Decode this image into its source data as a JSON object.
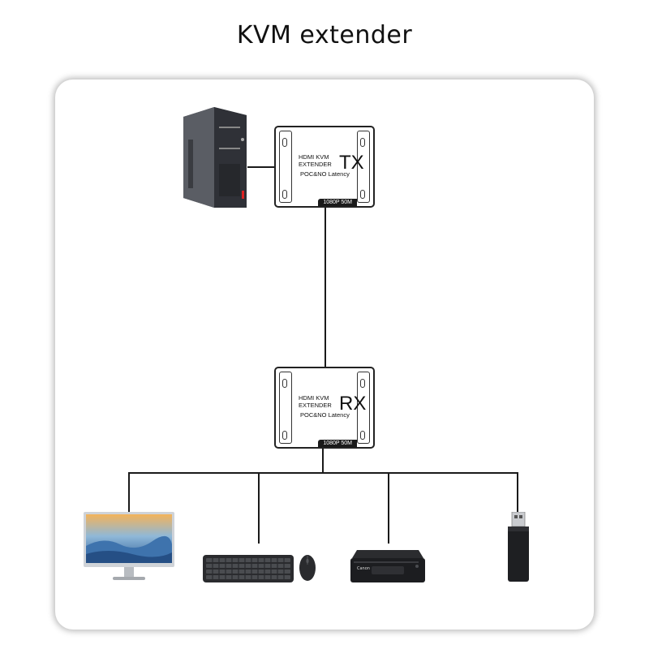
{
  "title": "KVM extender",
  "tx": {
    "line1": "HDMI KVM",
    "line2": "EXTENDER",
    "big": "TX",
    "sub": "POC&NO Latency",
    "foot": "1080P  50M"
  },
  "rx": {
    "line1": "HDMI KVM",
    "line2": "EXTENDER",
    "big": "RX",
    "sub": "POC&NO Latency",
    "foot": "1080P  50M"
  },
  "printer_brand": "Canon",
  "devices": [
    "pc-tower-icon",
    "monitor-icon",
    "keyboard-icon",
    "mouse-icon",
    "printer-icon",
    "usb-drive-icon"
  ]
}
